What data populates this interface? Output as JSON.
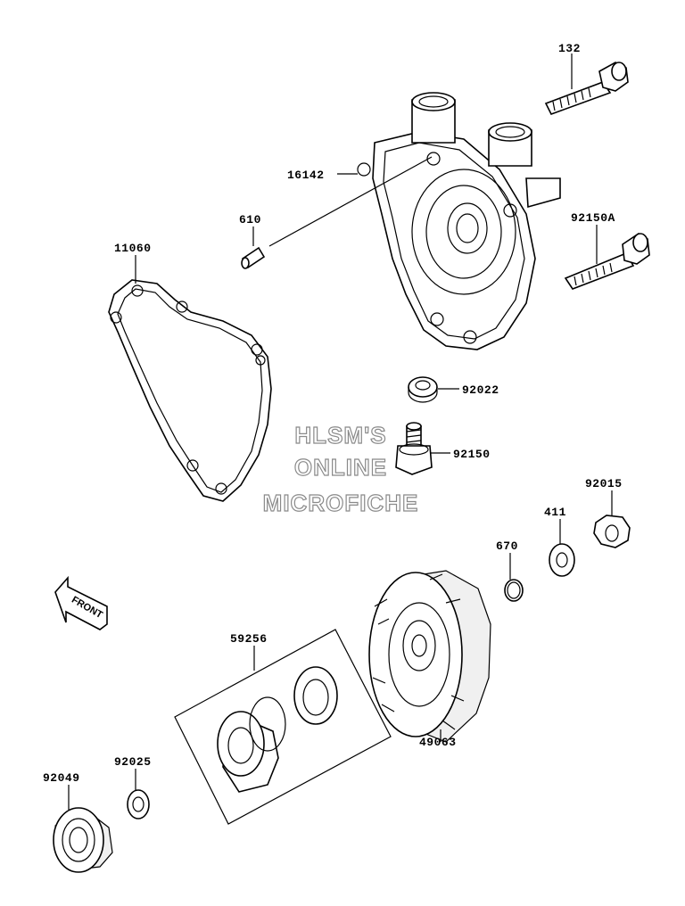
{
  "watermark": {
    "line1": "HLSM'S",
    "line2": "ONLINE",
    "line3": "MICROFICHE"
  },
  "front_arrow": {
    "label": "FRONT"
  },
  "callouts": [
    {
      "id": "132",
      "text": "132"
    },
    {
      "id": "16142",
      "text": "16142"
    },
    {
      "id": "610",
      "text": "610"
    },
    {
      "id": "92150A",
      "text": "92150A"
    },
    {
      "id": "11060",
      "text": "11060"
    },
    {
      "id": "92022",
      "text": "92022"
    },
    {
      "id": "92150",
      "text": "92150"
    },
    {
      "id": "92015",
      "text": "92015"
    },
    {
      "id": "411",
      "text": "411"
    },
    {
      "id": "670",
      "text": "670"
    },
    {
      "id": "49063",
      "text": "49063"
    },
    {
      "id": "59256",
      "text": "59256"
    },
    {
      "id": "92025",
      "text": "92025"
    },
    {
      "id": "92049",
      "text": "92049"
    }
  ]
}
